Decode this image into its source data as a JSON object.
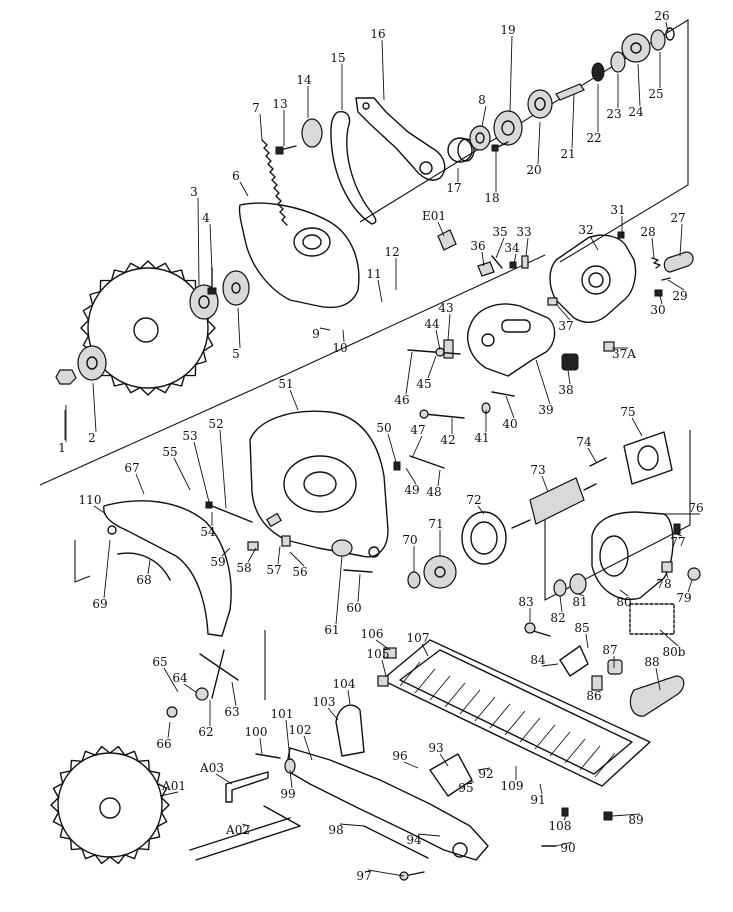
{
  "diagram": {
    "type": "exploded-parts-view",
    "callouts": [
      {
        "id": "c1",
        "text": "1"
      },
      {
        "id": "c2",
        "text": "2"
      },
      {
        "id": "c3",
        "text": "3"
      },
      {
        "id": "c4",
        "text": "4"
      },
      {
        "id": "c5",
        "text": "5"
      },
      {
        "id": "c6",
        "text": "6"
      },
      {
        "id": "c7",
        "text": "7"
      },
      {
        "id": "c8",
        "text": "8"
      },
      {
        "id": "c9",
        "text": "9"
      },
      {
        "id": "c10",
        "text": "10"
      },
      {
        "id": "c11",
        "text": "11"
      },
      {
        "id": "c12",
        "text": "12"
      },
      {
        "id": "c13",
        "text": "13"
      },
      {
        "id": "c14",
        "text": "14"
      },
      {
        "id": "c15",
        "text": "15"
      },
      {
        "id": "c16",
        "text": "16"
      },
      {
        "id": "c17",
        "text": "17"
      },
      {
        "id": "c18",
        "text": "18"
      },
      {
        "id": "c19",
        "text": "19"
      },
      {
        "id": "c20",
        "text": "20"
      },
      {
        "id": "c21",
        "text": "21"
      },
      {
        "id": "c22",
        "text": "22"
      },
      {
        "id": "c23",
        "text": "23"
      },
      {
        "id": "c24",
        "text": "24"
      },
      {
        "id": "c25",
        "text": "25"
      },
      {
        "id": "c26",
        "text": "26"
      },
      {
        "id": "c27",
        "text": "27"
      },
      {
        "id": "c28",
        "text": "28"
      },
      {
        "id": "c29",
        "text": "29"
      },
      {
        "id": "c30",
        "text": "30"
      },
      {
        "id": "c31",
        "text": "31"
      },
      {
        "id": "c32",
        "text": "32"
      },
      {
        "id": "c33",
        "text": "33"
      },
      {
        "id": "c34",
        "text": "34"
      },
      {
        "id": "c35",
        "text": "35"
      },
      {
        "id": "c36",
        "text": "36"
      },
      {
        "id": "c37",
        "text": "37"
      },
      {
        "id": "c37a",
        "text": "37A"
      },
      {
        "id": "c38",
        "text": "38"
      },
      {
        "id": "c39",
        "text": "39"
      },
      {
        "id": "c40",
        "text": "40"
      },
      {
        "id": "c41",
        "text": "41"
      },
      {
        "id": "c42",
        "text": "42"
      },
      {
        "id": "c43",
        "text": "43"
      },
      {
        "id": "c44",
        "text": "44"
      },
      {
        "id": "c45",
        "text": "45"
      },
      {
        "id": "c46",
        "text": "46"
      },
      {
        "id": "c47",
        "text": "47"
      },
      {
        "id": "c48",
        "text": "48"
      },
      {
        "id": "c49",
        "text": "49"
      },
      {
        "id": "c50",
        "text": "50"
      },
      {
        "id": "c51",
        "text": "51"
      },
      {
        "id": "c52",
        "text": "52"
      },
      {
        "id": "c53",
        "text": "53"
      },
      {
        "id": "c54",
        "text": "54"
      },
      {
        "id": "c55",
        "text": "55"
      },
      {
        "id": "c56",
        "text": "56"
      },
      {
        "id": "c57",
        "text": "57"
      },
      {
        "id": "c58",
        "text": "58"
      },
      {
        "id": "c59",
        "text": "59"
      },
      {
        "id": "c60",
        "text": "60"
      },
      {
        "id": "c61",
        "text": "61"
      },
      {
        "id": "c62",
        "text": "62"
      },
      {
        "id": "c63",
        "text": "63"
      },
      {
        "id": "c64",
        "text": "64"
      },
      {
        "id": "c65",
        "text": "65"
      },
      {
        "id": "c66",
        "text": "66"
      },
      {
        "id": "c67",
        "text": "67"
      },
      {
        "id": "c68",
        "text": "68"
      },
      {
        "id": "c69",
        "text": "69"
      },
      {
        "id": "c70",
        "text": "70"
      },
      {
        "id": "c71",
        "text": "71"
      },
      {
        "id": "c72",
        "text": "72"
      },
      {
        "id": "c73",
        "text": "73"
      },
      {
        "id": "c74",
        "text": "74"
      },
      {
        "id": "c75",
        "text": "75"
      },
      {
        "id": "c76",
        "text": "76"
      },
      {
        "id": "c77",
        "text": "77"
      },
      {
        "id": "c78",
        "text": "78"
      },
      {
        "id": "c79",
        "text": "79"
      },
      {
        "id": "c80",
        "text": "80"
      },
      {
        "id": "c80b",
        "text": "80b"
      },
      {
        "id": "c81",
        "text": "81"
      },
      {
        "id": "c82",
        "text": "82"
      },
      {
        "id": "c83",
        "text": "83"
      },
      {
        "id": "c84",
        "text": "84"
      },
      {
        "id": "c85",
        "text": "85"
      },
      {
        "id": "c86",
        "text": "86"
      },
      {
        "id": "c87",
        "text": "87"
      },
      {
        "id": "c88",
        "text": "88"
      },
      {
        "id": "c89",
        "text": "89"
      },
      {
        "id": "c90",
        "text": "90"
      },
      {
        "id": "c91",
        "text": "91"
      },
      {
        "id": "c92",
        "text": "92"
      },
      {
        "id": "c93",
        "text": "93"
      },
      {
        "id": "c94",
        "text": "94"
      },
      {
        "id": "c95",
        "text": "95"
      },
      {
        "id": "c96",
        "text": "96"
      },
      {
        "id": "c97",
        "text": "97"
      },
      {
        "id": "c98",
        "text": "98"
      },
      {
        "id": "c99",
        "text": "99"
      },
      {
        "id": "c100",
        "text": "100"
      },
      {
        "id": "c101",
        "text": "101"
      },
      {
        "id": "c102",
        "text": "102"
      },
      {
        "id": "c103",
        "text": "103"
      },
      {
        "id": "c104",
        "text": "104"
      },
      {
        "id": "c105",
        "text": "105"
      },
      {
        "id": "c106",
        "text": "106"
      },
      {
        "id": "c107",
        "text": "107"
      },
      {
        "id": "c108",
        "text": "108"
      },
      {
        "id": "c109",
        "text": "109"
      },
      {
        "id": "c110",
        "text": "110"
      },
      {
        "id": "ce01",
        "text": "E01"
      },
      {
        "id": "ca01",
        "text": "A01"
      },
      {
        "id": "ca02",
        "text": "A02"
      },
      {
        "id": "ca03",
        "text": "A03"
      }
    ]
  }
}
